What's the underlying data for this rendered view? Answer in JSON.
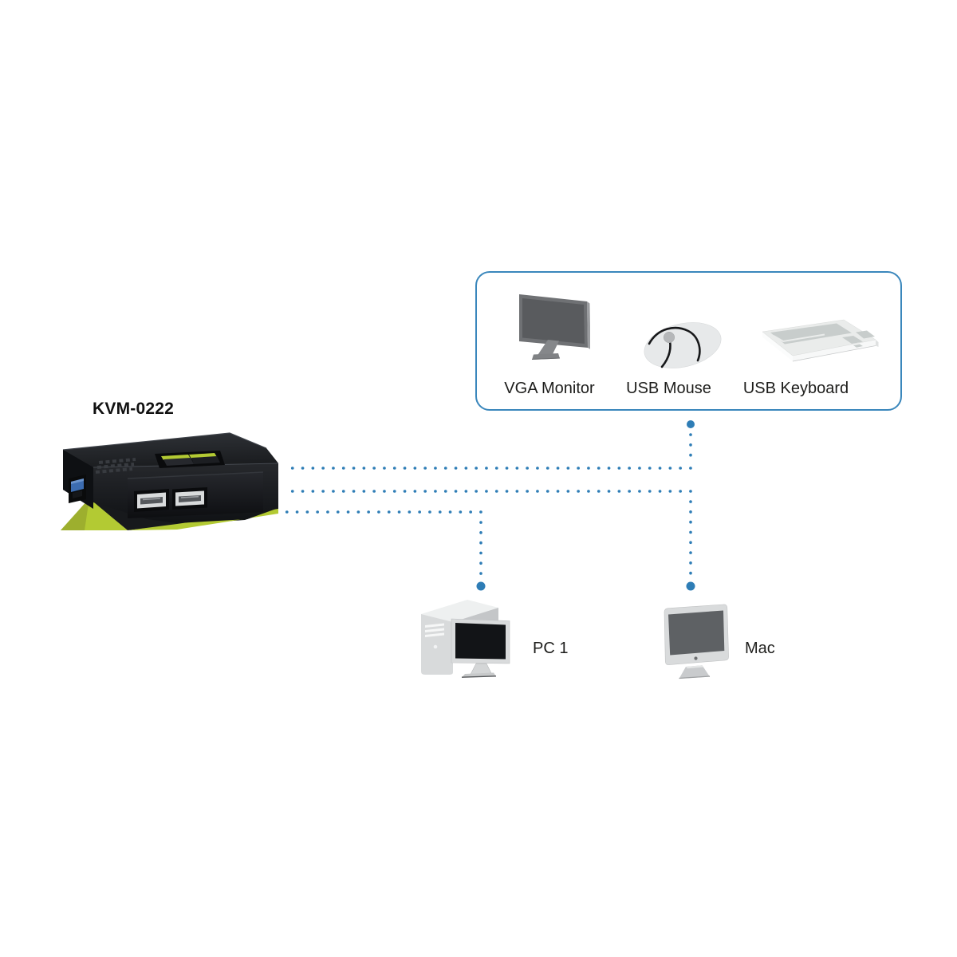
{
  "device": {
    "label": "KVM-0222"
  },
  "peripherals_box": {
    "items": [
      {
        "label": "VGA Monitor",
        "icon": "vga-monitor-icon"
      },
      {
        "label": "USB Mouse",
        "icon": "usb-mouse-icon"
      },
      {
        "label": "USB Keyboard",
        "icon": "usb-keyboard-icon"
      }
    ]
  },
  "computers": [
    {
      "label": "PC 1",
      "icon": "pc-tower-monitor-icon"
    },
    {
      "label": "Mac",
      "icon": "imac-icon"
    }
  ],
  "colors": {
    "connector_blue": "#2e7db6",
    "box_border_blue": "#3a87bc",
    "device_green": "#b3ca33",
    "text": "#1d1d1b",
    "background": "#ffffff"
  }
}
